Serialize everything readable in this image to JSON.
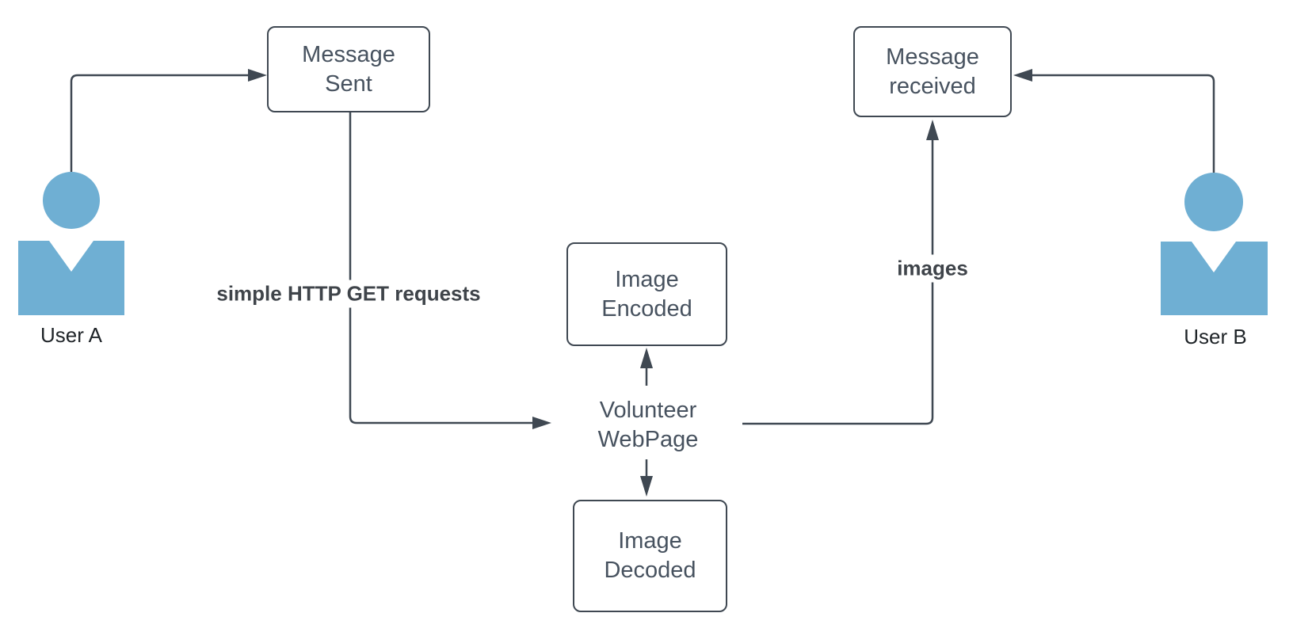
{
  "diagram": {
    "nodes": {
      "message_sent": {
        "line1": "Message",
        "line2": "Sent"
      },
      "message_received": {
        "line1": "Message",
        "line2": "received"
      },
      "image_encoded": {
        "line1": "Image",
        "line2": "Encoded"
      },
      "image_decoded": {
        "line1": "Image",
        "line2": "Decoded"
      },
      "volunteer_webpage": {
        "line1": "Volunteer",
        "line2": "WebPage"
      }
    },
    "actors": {
      "user_a": {
        "label": "User A"
      },
      "user_b": {
        "label": "User B"
      }
    },
    "edge_labels": {
      "http_get": "simple HTTP GET requests",
      "images": "images"
    },
    "colors": {
      "actor_fill": "#6FAFD3",
      "stroke": "#3F4852",
      "node_text": "#47525F",
      "label_text": "#3F444A"
    }
  }
}
